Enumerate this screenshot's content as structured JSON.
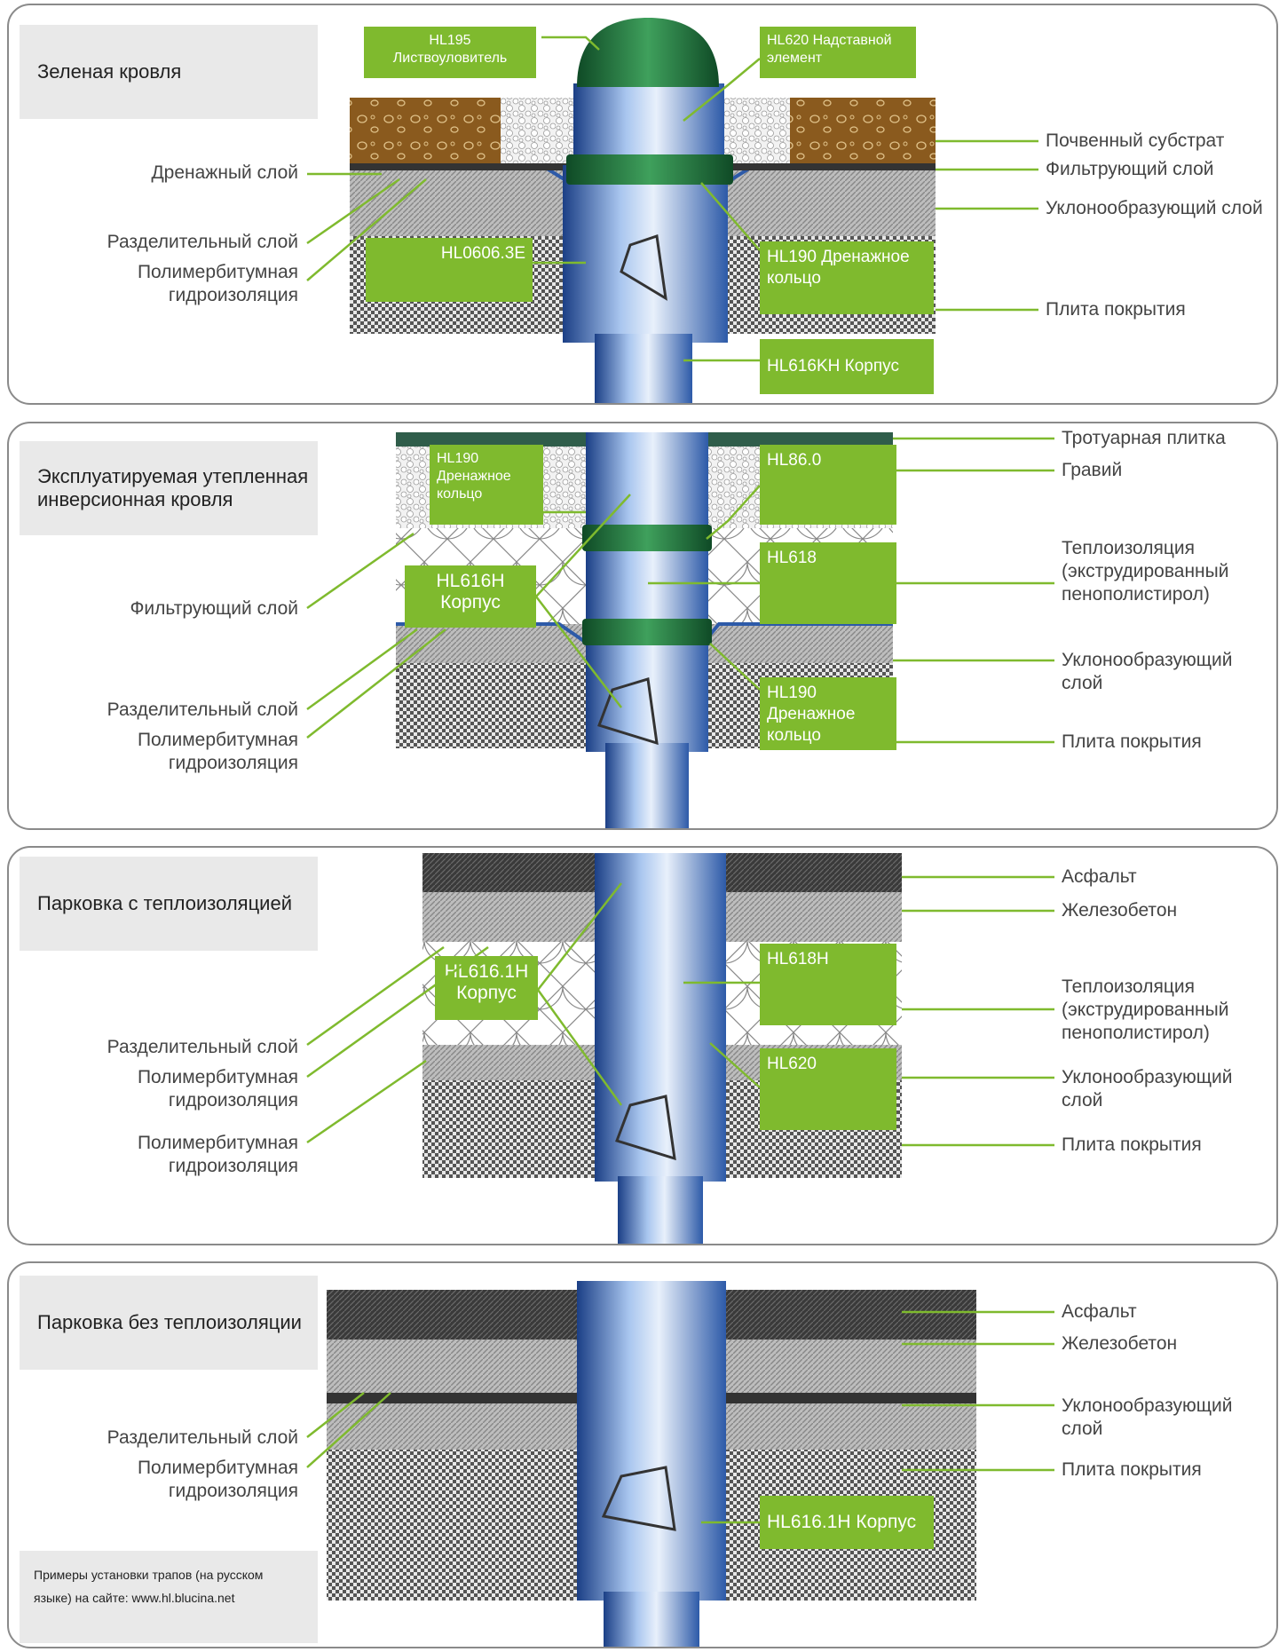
{
  "panel1": {
    "title": "Зеленая кровля",
    "left_labels": [
      "Дренажный слой",
      "Разделительный слой",
      "Полимербитумная\nгидроизоляция"
    ],
    "right_labels": [
      "Почвенный субстрат",
      "Фильтрующий слой",
      "Уклонообразующий слой",
      "Плита покрытия"
    ],
    "boxes": {
      "hl195": "HL195\nЛиствоуловитель",
      "hl620": "HL620 Надставной\nэлемент",
      "hl0606": "HL0606.3E",
      "hl190": "HL190 Дренажное\nкольцо",
      "hl616kh": "HL616KH Корпус"
    }
  },
  "panel2": {
    "title": "Эксплуатируемая утепленная\nинверсионная кровля",
    "left_labels": [
      "Фильтрующий слой",
      "Разделительный слой",
      "Полимербитумная\nгидроизоляция"
    ],
    "right_labels": [
      "Тротуарная плитка",
      "Гравий",
      "Теплоизоляция\n(экструдированный\nпенополистирол)",
      "Уклонообразующий\nслой",
      "Плита покрытия"
    ],
    "boxes": {
      "hl190a": "HL190\nДренажное\nкольцо",
      "hl86": "HL86.0",
      "hl616h": "HL616H\nКорпус",
      "hl618": "HL618",
      "hl190b": "HL190\nДренажное\nкольцо"
    }
  },
  "panel3": {
    "title": "Парковка с теплоизоляцией",
    "left_labels": [
      "Разделительный слой",
      "Полимербитумная\nгидроизоляция",
      "Полимербитумная\nгидроизоляция"
    ],
    "right_labels": [
      "Асфальт",
      "Железобетон",
      "Теплоизоляция\n(экструдированный\nпенополистирол)",
      "Уклонообразующий\nслой",
      "Плита покрытия"
    ],
    "boxes": {
      "hl6161h": "HL616.1H\nКорпус",
      "hl618h": "HL618H",
      "hl620": "HL620"
    }
  },
  "panel4": {
    "title": "Парковка без теплоизоляции",
    "left_labels": [
      "Разделительный слой",
      "Полимербитумная\nгидроизоляция"
    ],
    "right_labels": [
      "Асфальт",
      "Железобетон",
      "Уклонообразующий\nслой",
      "Плита покрытия"
    ],
    "boxes": {
      "hl6161h": "HL616.1H Корпус"
    },
    "footnote": "Примеры установки трапов (на русском\nязыке) на сайте: www.hl.blucina.net"
  },
  "colors": {
    "accent_green": "#7fba2e",
    "leader_green": "#7fba2e",
    "pipe_blue": "#2d5aa8",
    "membrane_green": "#1f6b3a",
    "soil_brown": "#8a5a1e"
  }
}
